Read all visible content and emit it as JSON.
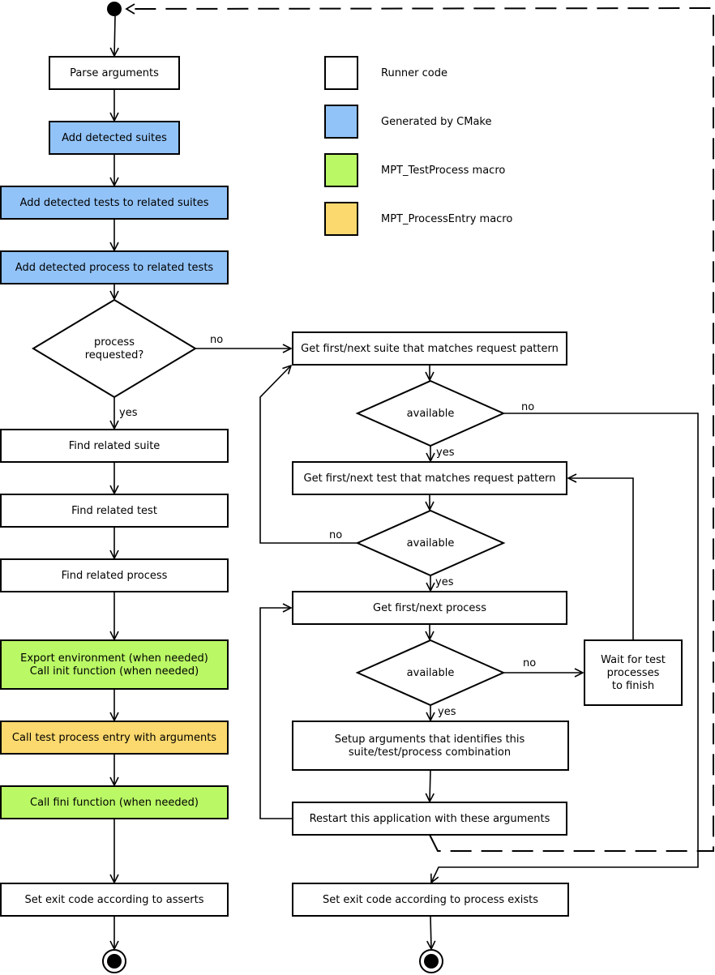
{
  "colors": {
    "runner": "#ffffff",
    "cmake": "#92c3f8",
    "testprocess": "#baf965",
    "processentry": "#fbd96e"
  },
  "legend": {
    "runner_label": "Runner code",
    "cmake_label": "Generated by CMake",
    "testprocess_label": "MPT_TestProcess macro",
    "processentry_label": "MPT_ProcessEntry macro"
  },
  "left": {
    "parse_args": "Parse arguments",
    "add_suites": "Add detected suites",
    "add_tests": "Add detected tests to related suites",
    "add_process": "Add detected process to related tests",
    "decision_line1": "process",
    "decision_line2": "requested?",
    "find_suite": "Find related suite",
    "find_test": "Find related test",
    "find_process": "Find related process",
    "export_env": "Export environment (when needed)",
    "call_init": "Call init function (when needed)",
    "call_entry": "Call test process entry with arguments",
    "call_fini": "Call fini function (when needed)",
    "exit_asserts": "Set exit code according to asserts"
  },
  "right": {
    "next_suite": "Get first/next suite that matches request pattern",
    "available_suite": "available",
    "next_test": "Get first/next test that matches request pattern",
    "available_test": "available",
    "next_process": "Get first/next process",
    "available_process": "available",
    "wait_line1": "Wait for test",
    "wait_line2": "processes",
    "wait_line3": "to finish",
    "setup_line1": "Setup arguments that identifies this",
    "setup_line2": "suite/test/process combination",
    "restart": "Restart this application with these arguments",
    "exit_process": "Set exit code according to process exists"
  },
  "edges": {
    "no": "no",
    "yes": "yes"
  }
}
